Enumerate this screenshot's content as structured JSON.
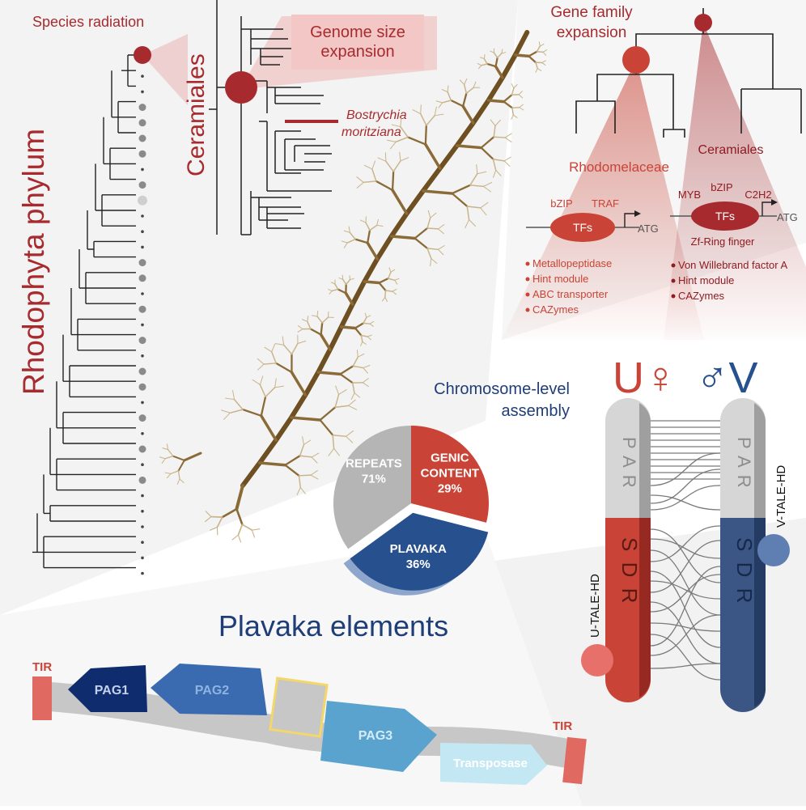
{
  "colors": {
    "red": "#a72b2e",
    "dark_red": "#8e1c22",
    "bright_red": "#c94436",
    "salmon": "#e8706a",
    "navy": "#1f3e78",
    "blue": "#27508f",
    "gray": "#b5b5b5",
    "light_gray": "#d3d3d3",
    "alga": "#7a5a2a"
  },
  "phylogeny": {
    "phylum_label": "Rhodophyta phylum",
    "species_radiation_label": "Species radiation",
    "order_label": "Ceramiales",
    "genome_size_line1": "Genome size",
    "genome_size_line2": "expansion",
    "species_line1": "Bostrychia",
    "species_line2": "moritziana"
  },
  "gene_family": {
    "title_line1": "Gene family",
    "title_line2": "expansion",
    "left_clade": "Rhodomelaceae",
    "right_clade": "Ceramiales",
    "left_tf": {
      "box_label": "TFs",
      "labels": [
        "bZIP",
        "TRAF"
      ],
      "atg": "ATG",
      "domains": [
        "Metallopeptidase",
        "Hint module",
        "ABC transporter",
        "CAZymes"
      ]
    },
    "right_tf": {
      "box_label": "TFs",
      "labels": [
        "MYB",
        "bZIP",
        "C2H2"
      ],
      "below": "Zf-Ring finger",
      "atg": "ATG",
      "domains": [
        "Von Willebrand factor A",
        "Hint module",
        "CAZymes"
      ]
    }
  },
  "assembly": {
    "title_line1": "Chromosome-level",
    "title_line2": "assembly"
  },
  "chart_data": {
    "type": "pie",
    "slices": [
      {
        "label_line1": "REPEATS",
        "label_line2": "71%",
        "value": 71,
        "color": "#b5b5b5"
      },
      {
        "label_line1": "GENIC",
        "label_line2": "CONTENT",
        "label_line3": "29%",
        "value": 29,
        "color": "#c94436"
      },
      {
        "label_line1": "PLAVAKA",
        "label_line2": "36%",
        "value": 36,
        "color": "#27508f",
        "exploded_within_repeats": true
      }
    ]
  },
  "sex_chromosomes": {
    "u_label": "U♀",
    "v_label": "♂V",
    "par": "P A R",
    "sdr": "S D R",
    "u_gene": "U-TALE-HD",
    "v_gene": "V-TALE-HD"
  },
  "plavaka": {
    "title": "Plavaka elements",
    "tir_left": "TIR",
    "tir_right": "TIR",
    "pag1": "PAG1",
    "pag2": "PAG2",
    "pag3": "PAG3",
    "transposase": "Transposase"
  }
}
